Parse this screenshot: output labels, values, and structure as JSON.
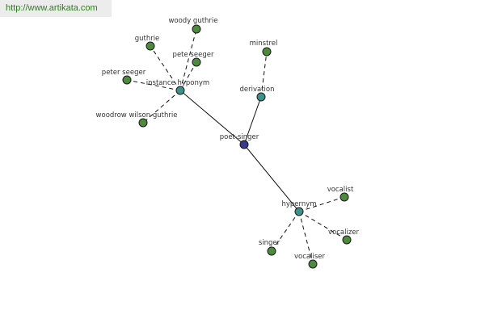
{
  "source_link": "http://www.artikata.com",
  "colors": {
    "center": "#3a3a8c",
    "relation": "#3f8f8a",
    "leaf": "#4e8a3e",
    "edge": "#111111"
  },
  "center": {
    "label": "poet-singer"
  },
  "relations": [
    {
      "id": "instance-hyponym",
      "label": "instance hyponym"
    },
    {
      "id": "derivation",
      "label": "derivation"
    },
    {
      "id": "hypernym",
      "label": "hypernym"
    }
  ],
  "leaves": [
    {
      "id": "woody-guthrie",
      "label": "woody guthrie",
      "relation": "instance-hyponym"
    },
    {
      "id": "guthrie",
      "label": "guthrie",
      "relation": "instance-hyponym"
    },
    {
      "id": "pete-seeger",
      "label": "pete seeger",
      "relation": "instance-hyponym"
    },
    {
      "id": "peter-seeger",
      "label": "peter seeger",
      "relation": "instance-hyponym"
    },
    {
      "id": "woodrow-wilson-guthrie",
      "label": "woodrow wilson guthrie",
      "relation": "instance-hyponym"
    },
    {
      "id": "minstrel",
      "label": "minstrel",
      "relation": "derivation"
    },
    {
      "id": "vocalist",
      "label": "vocalist",
      "relation": "hypernym"
    },
    {
      "id": "vocalizer",
      "label": "vocalizer",
      "relation": "hypernym"
    },
    {
      "id": "vocaliser",
      "label": "vocaliser",
      "relation": "hypernym"
    },
    {
      "id": "singer",
      "label": "singer",
      "relation": "hypernym"
    }
  ]
}
